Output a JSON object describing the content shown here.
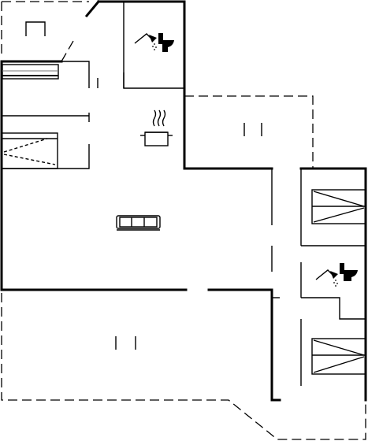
{
  "plan": {
    "rooms": [
      {
        "id": "bathroom-top",
        "fixtures": [
          "shower-icon",
          "toilet-icon"
        ]
      },
      {
        "id": "kitchen",
        "fixtures": [
          "cooking-pot-icon"
        ]
      },
      {
        "id": "living-room",
        "fixtures": [
          "sofa-icon"
        ]
      },
      {
        "id": "bathroom-right",
        "fixtures": [
          "shower-icon",
          "toilet-icon"
        ]
      },
      {
        "id": "bedroom-right-1",
        "fixtures": [
          "bed-icon"
        ]
      },
      {
        "id": "bedroom-right-2",
        "fixtures": [
          "bed-icon"
        ]
      },
      {
        "id": "bedroom-left",
        "fixtures": [
          "bed-icon"
        ]
      }
    ],
    "outdoor": [
      {
        "id": "terrace-top-left",
        "fixtures": [
          "chair-icon"
        ]
      },
      {
        "id": "terrace-right",
        "fixtures": [
          "bench-icon"
        ]
      },
      {
        "id": "terrace-bottom",
        "fixtures": [
          "bench-icon"
        ]
      }
    ]
  }
}
